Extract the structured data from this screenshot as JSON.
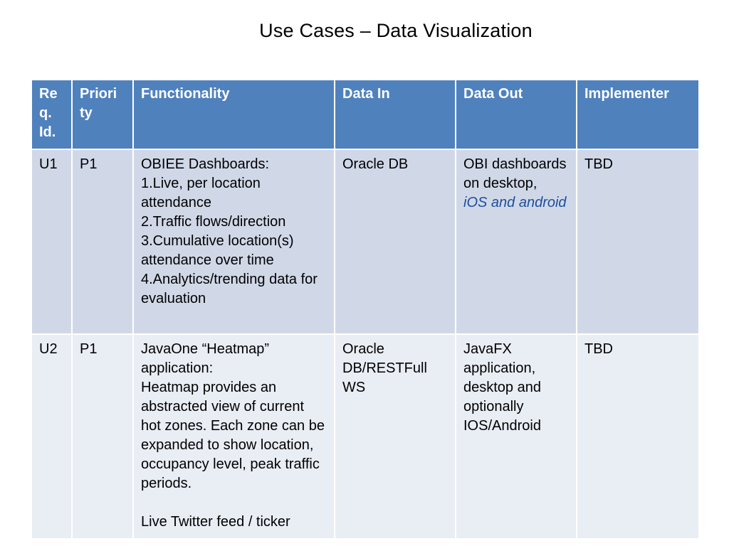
{
  "slide": {
    "title": "Use Cases – Data Visualization"
  },
  "table": {
    "headers": [
      "Re q. Id.",
      "Priori ty",
      "Functionality",
      "Data In",
      "Data Out",
      "Implementer"
    ],
    "header_lines": {
      "req_id": [
        "Re",
        "q.",
        "Id."
      ],
      "priority": [
        "Priori",
        "ty"
      ]
    },
    "rows": [
      {
        "req_id": "U1",
        "priority": "P1",
        "functionality": "OBIEE Dashboards:\n1.Live, per location attendance\n2.Traffic flows/direction\n3.Cumulative location(s) attendance over time\n4.Analytics/trending data for evaluation",
        "functionality_lines": [
          "OBIEE Dashboards:",
          "1.Live, per location attendance",
          "2.Traffic flows/direction",
          "3.Cumulative location(s) attendance over time",
          "4.Analytics/trending data for evaluation"
        ],
        "data_in": "Oracle DB",
        "data_out_plain": "OBI dashboards on desktop,",
        "data_out_highlight": "iOS and android",
        "implementer": "TBD"
      },
      {
        "req_id": "U2",
        "priority": "P1",
        "functionality_lines": [
          "JavaOne “Heatmap” application:",
          "Heatmap provides an abstracted view of current hot zones.  Each zone can be expanded to show location, occupancy level, peak traffic periods.",
          "",
          "Live Twitter feed / ticker"
        ],
        "data_in": "Oracle DB/RESTFull WS",
        "data_out": "JavaFX application, desktop and optionally IOS/Android",
        "implementer": "TBD"
      }
    ]
  },
  "colors": {
    "header_bg": "#4f81bd",
    "row_odd_bg": "#d0d8e8",
    "row_even_bg": "#e9edf4",
    "highlight_text": "#1f4e9c"
  }
}
